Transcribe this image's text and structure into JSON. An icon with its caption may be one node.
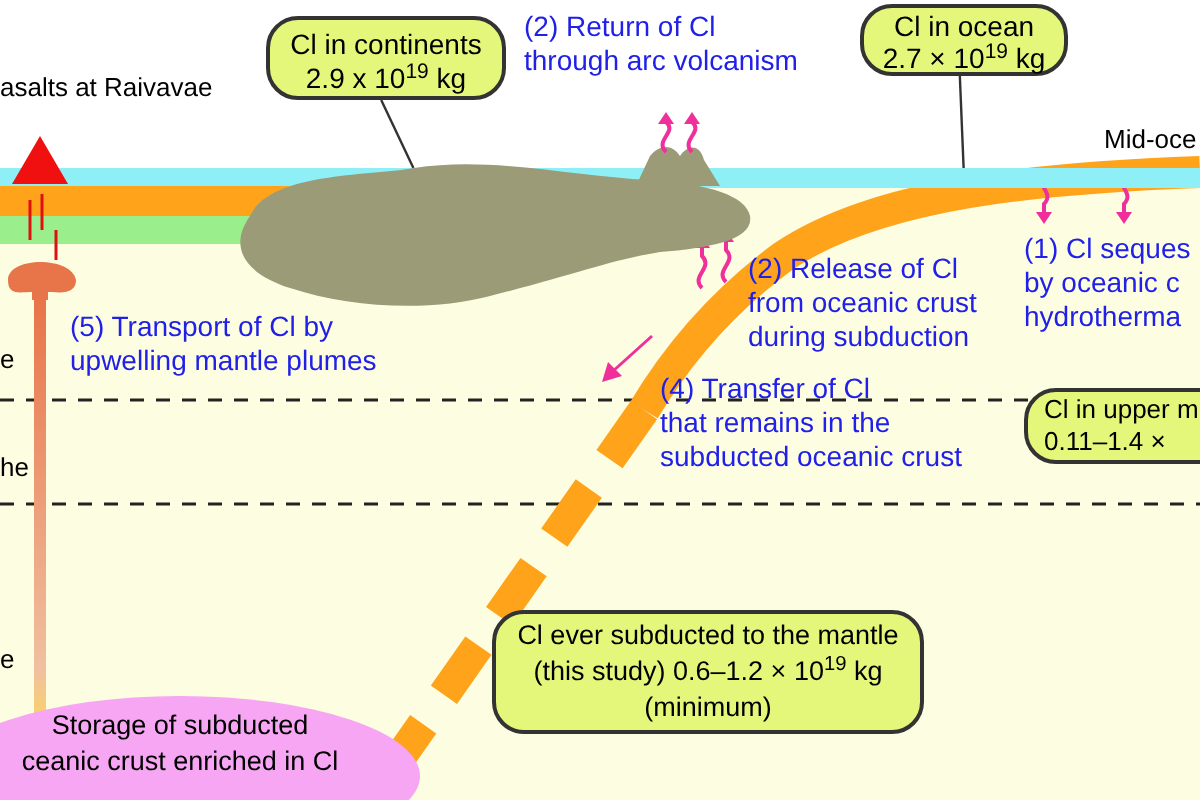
{
  "diagram": {
    "nodes": [
      {
        "text": [
          "Cl in continents 2.9 x 10$^{19}$ kg"
        ]
      },
      {
        "text": [],
        "shape": "picture"
      },
      {
        "text": [
          "Cl in ocean 2.7 × 10$^{19}$ kg"
        ]
      },
      {
        "text": [],
        "shape": "bar"
      },
      {
        "text": [
          "Cl in upper m",
          "0.11–1.4 ×"
        ]
      },
      {
        "text": [
          "Cl ever subducted to the mantle (this study) 0.6–1.2 × 10$^{19}$ kg (minimum)"
        ]
      },
      {
        "text": [
          "Storage of subducted ceanic crust enriched in Cl"
        ]
      }
    ],
    "edges": [
      {
        "from": 0,
        "to": 1,
        "arrow": "none"
      },
      {
        "from": 2,
        "to": 3,
        "arrow": "none"
      }
    ],
    "labels": [
      "asalts at Raivavae",
      "(2) Return of Cl through arc volcanism",
      "Mid-oce",
      "(5) Transport of Cl by upwelling mantle plumes",
      "(2) Release of Cl from oceanic crust during subduction",
      "(1) Cl seques",
      "by oceanic c",
      "hydrotherma",
      "e",
      "(4) Transfer of Cl that remains in the subducted oceanic crust",
      "he",
      "e"
    ]
  }
}
